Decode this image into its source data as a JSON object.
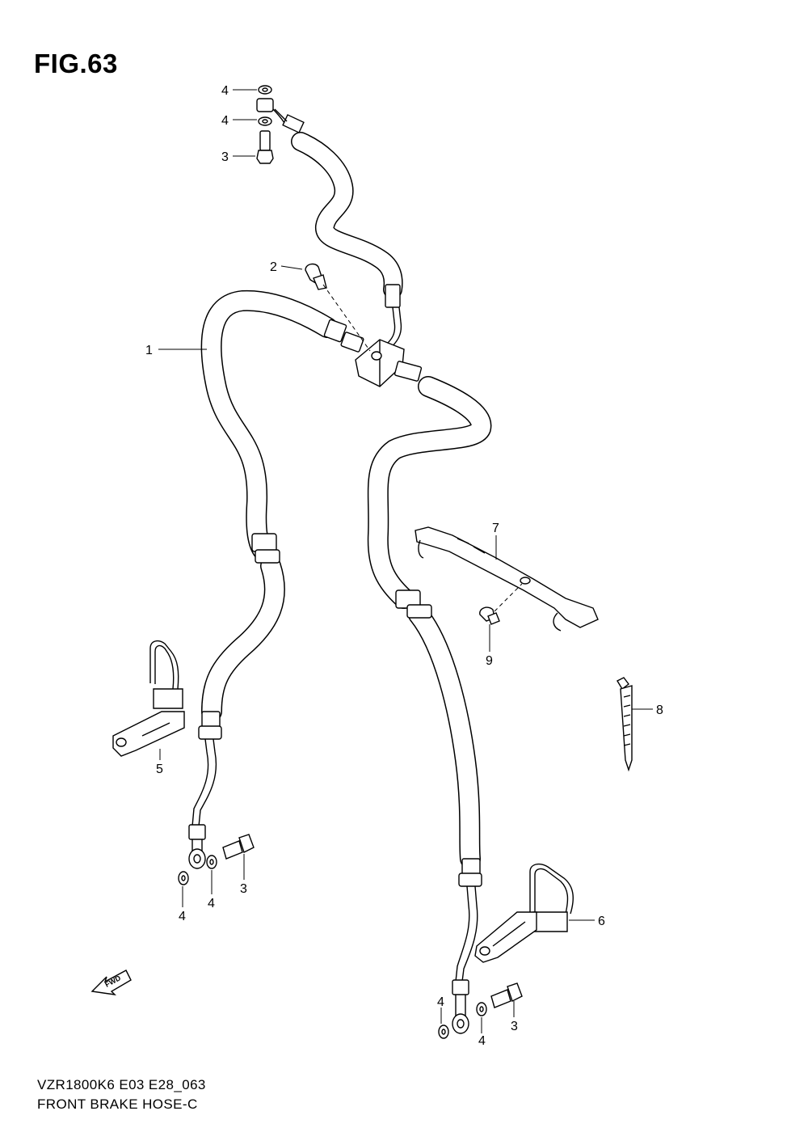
{
  "figure": {
    "title": "FIG.63"
  },
  "footer": {
    "model_code": "VZR1800K6 E03 E28_063",
    "diagram_name": "FRONT BRAKE HOSE-C"
  },
  "direction_marker": {
    "label": "FWD",
    "icon": "forward-arrow-icon"
  },
  "callouts": {
    "c1": "1",
    "c2": "2",
    "c3_top": "3",
    "c3_left": "3",
    "c3_right": "3",
    "c4_top_a": "4",
    "c4_top_b": "4",
    "c4_left_a": "4",
    "c4_left_b": "4",
    "c4_right_a": "4",
    "c4_right_b": "4",
    "c5": "5",
    "c6": "6",
    "c7": "7",
    "c8": "8",
    "c9": "9"
  }
}
